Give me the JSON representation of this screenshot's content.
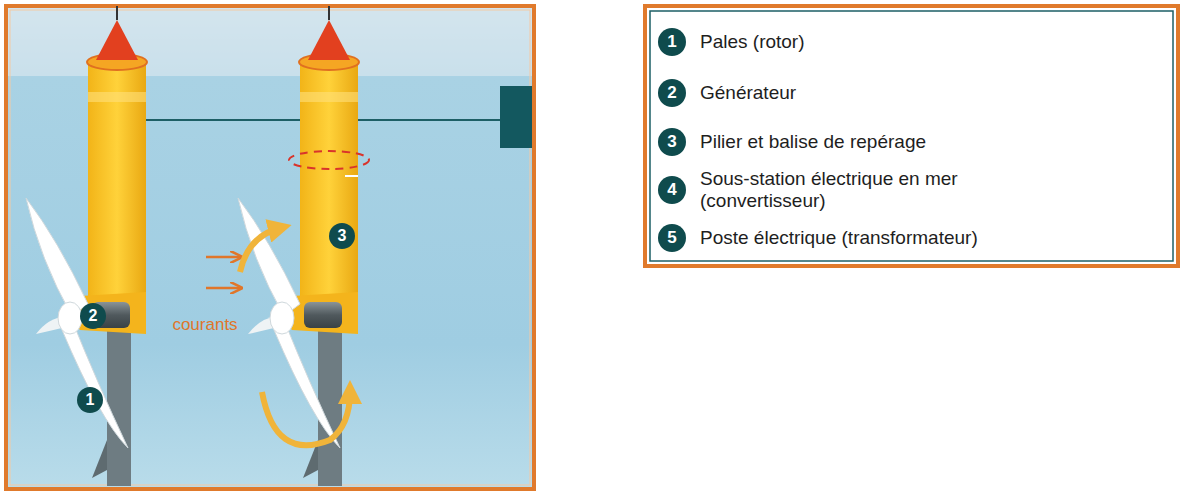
{
  "diagram": {
    "labels": [
      "2",
      "courants",
      "3",
      "1",
      "1",
      "Pales (rotor)",
      "2",
      "Générateur",
      "3",
      "Pilier et balise de repérage",
      "4",
      "Sous-station électrique en mer (convertisseur)",
      "5",
      "Poste électrique (transformateur)"
    ]
  }
}
